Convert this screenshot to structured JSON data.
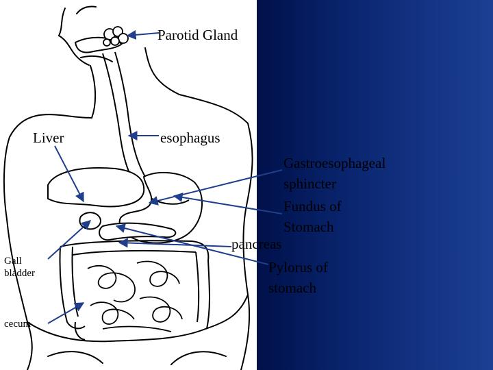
{
  "labels": {
    "parotid": "Parotid Gland",
    "liver": "Liver",
    "esophagus": "esophagus",
    "gastro_line1": "Gastroesophageal",
    "gastro_line2": "sphincter",
    "fundus_line1": "Fundus of",
    "fundus_line2": "Stomach",
    "pancreas": "pancreas",
    "gall_line1": "Gall",
    "gall_line2": "bladder",
    "pylorus_line1": "Pylorus of",
    "pylorus_line2": "stomach",
    "cecum": "cecum"
  },
  "colors": {
    "background_left": "#ffffff",
    "background_right": "#1c3f94",
    "outline": "#000000",
    "arrow": "#1f3f8c"
  }
}
